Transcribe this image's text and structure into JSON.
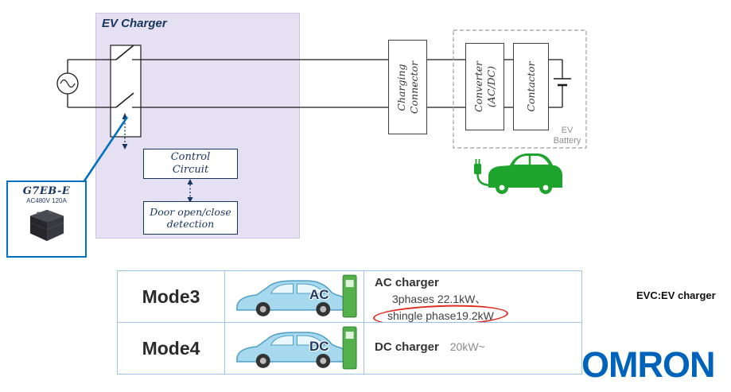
{
  "diagram": {
    "title": "EV Charger",
    "control_circuit": "Control\nCircuit",
    "door_detection": "Door open/close\ndetection",
    "charging_connector": "Charging\nConnector",
    "converter": "Converter\n(AC/DC)",
    "contactor": "Contactor",
    "ev_battery": "EV\nBattery",
    "relay_model": "G7EB-E",
    "relay_spec": "AC480V 120A"
  },
  "table": {
    "rows": [
      {
        "mode": "Mode3",
        "badge": "AC",
        "title": "AC charger",
        "line1": "3phases 22.1kW、",
        "line2": "shingle phase19.2kW"
      },
      {
        "mode": "Mode4",
        "badge": "DC",
        "title": "DC charger",
        "power": "20kW~"
      }
    ]
  },
  "notes": {
    "evc": "EVC:EV charger"
  },
  "brand": {
    "logo": "OMRON"
  },
  "colors": {
    "accent_blue": "#0070C0",
    "navy": "#17365D",
    "omron_blue": "#0063BB",
    "ev_green": "#1EA32C",
    "highlight_red": "#DD2B1C",
    "charger_fill": "#E5E0F2",
    "table_border": "#9DC3E6"
  }
}
